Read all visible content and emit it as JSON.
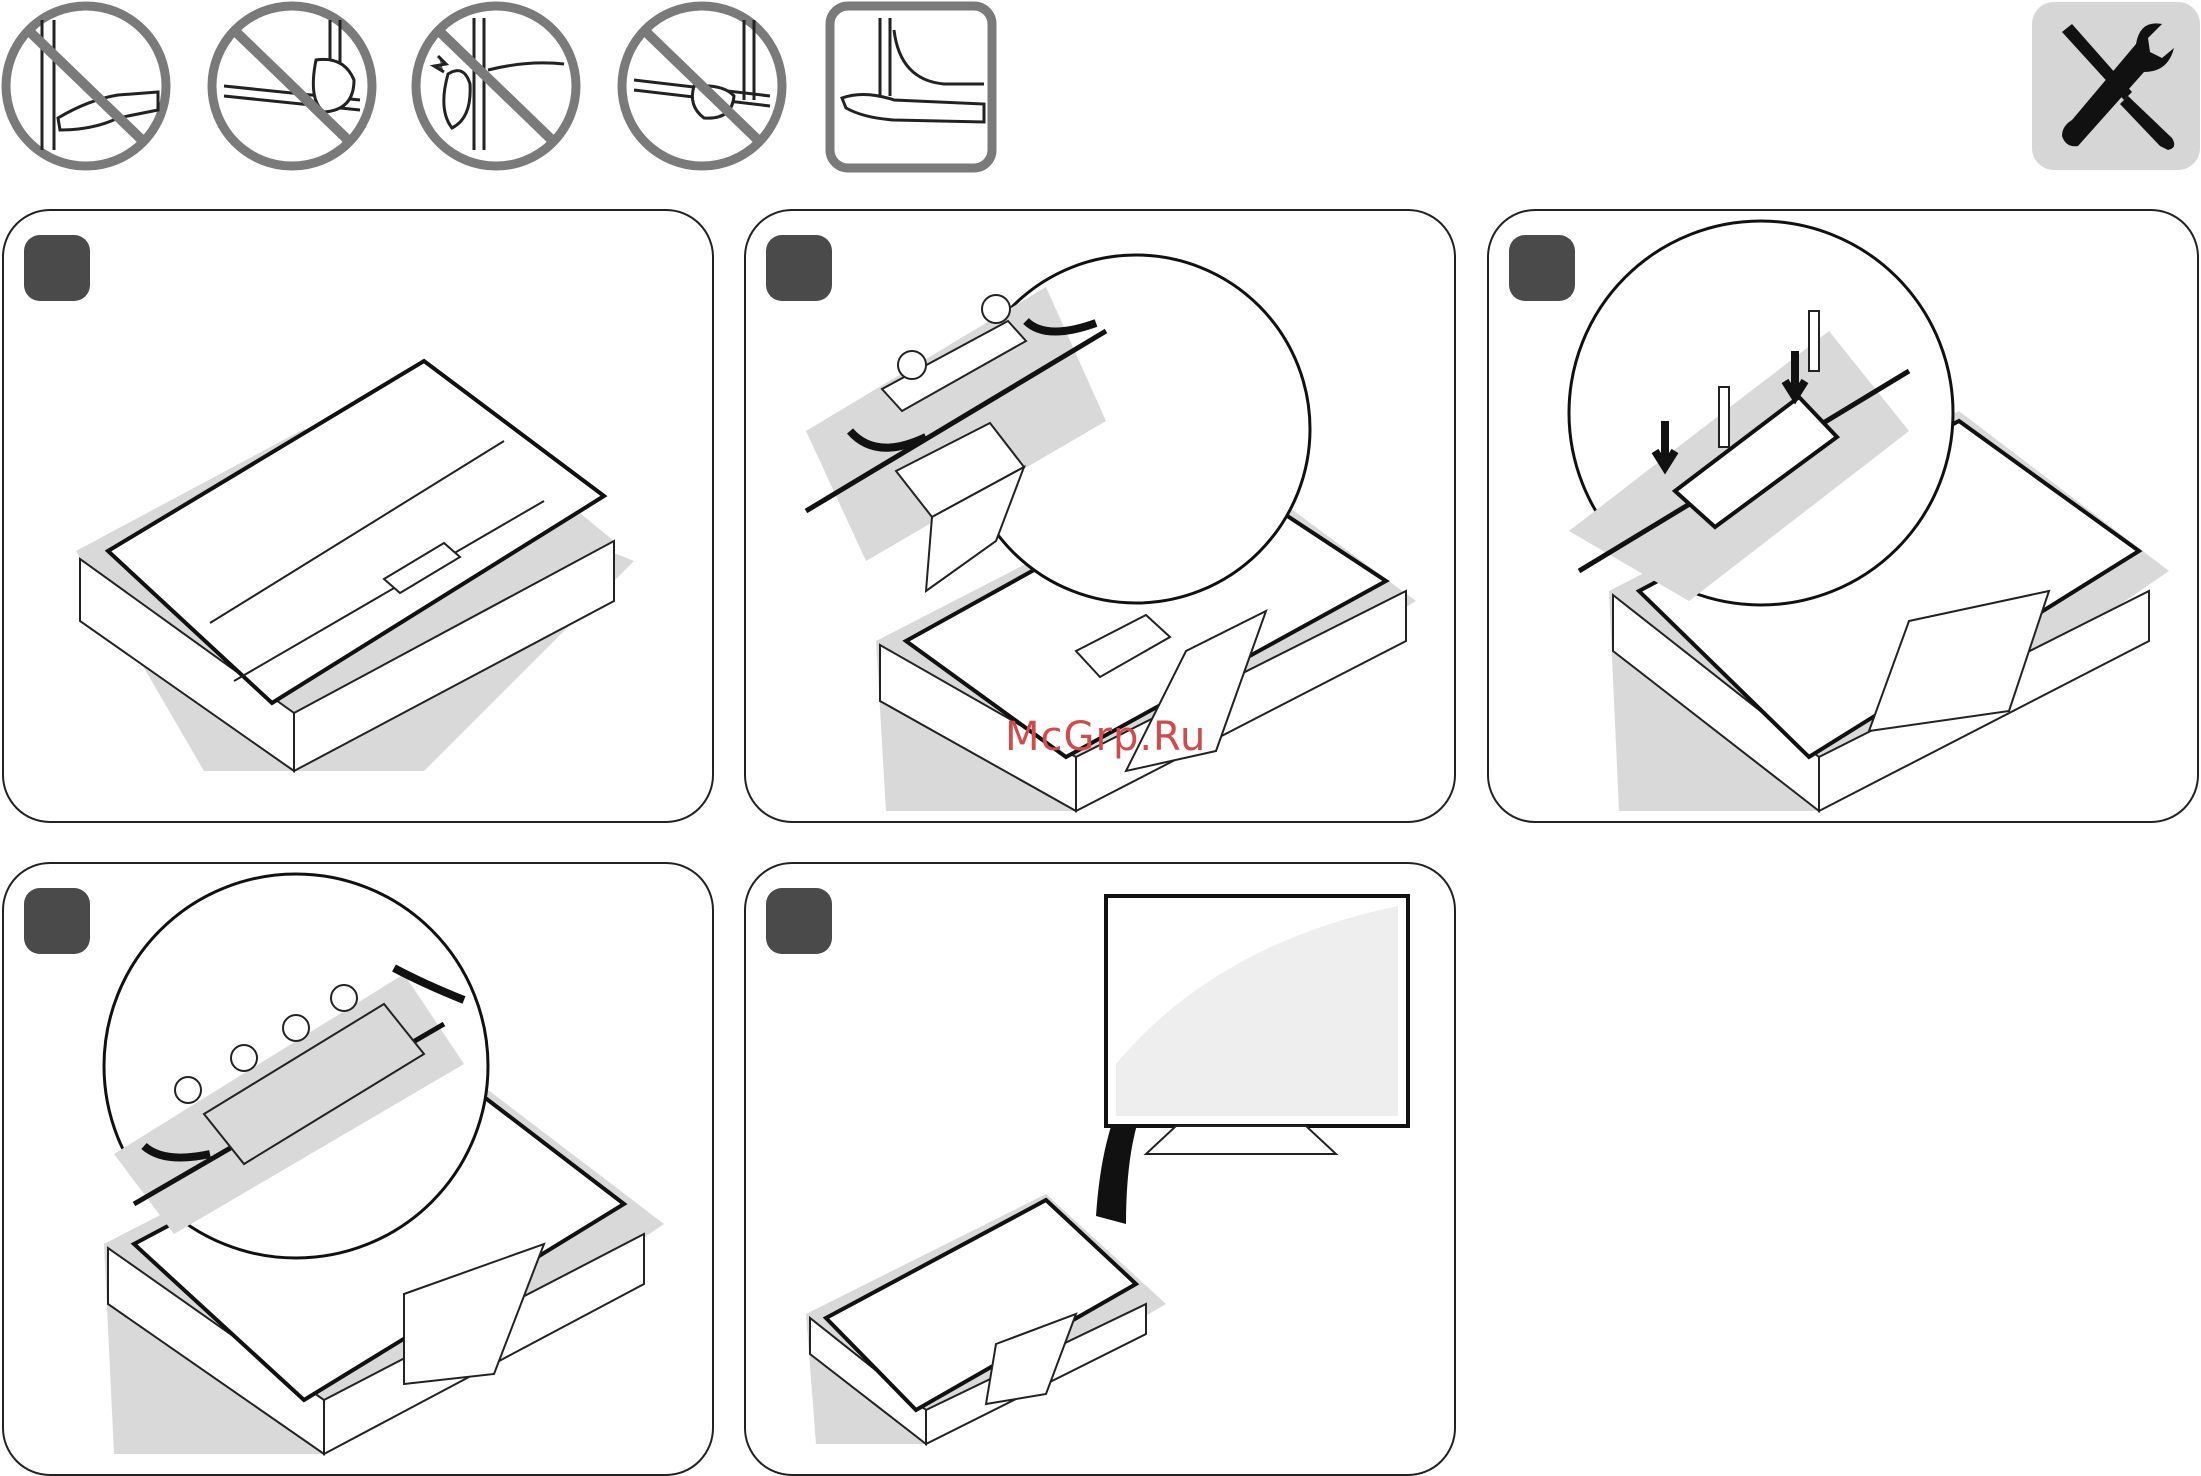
{
  "warnings": [
    {
      "icon": "no-pressing-screen-icon",
      "kind": "prohibited"
    },
    {
      "icon": "no-gripping-frame-icon",
      "kind": "prohibited"
    },
    {
      "icon": "no-knocking-screen-icon",
      "kind": "prohibited"
    },
    {
      "icon": "no-lifting-by-edge-icon",
      "kind": "prohibited"
    },
    {
      "icon": "support-from-below-icon",
      "kind": "allowed"
    }
  ],
  "tools_icon": "screwdriver-wrench-icon",
  "steps": [
    {
      "scene": "tv-face-down-on-soft-surface"
    },
    {
      "scene": "insert-stand-neck"
    },
    {
      "scene": "fasten-screws"
    },
    {
      "scene": "attach-stand-base"
    },
    {
      "scene": "raise-tv-upright"
    }
  ],
  "watermark": "McGrp.Ru",
  "colors": {
    "badge": "#4a4a4a",
    "surface": "#d9d9d9",
    "line": "#1a1a1a",
    "watermark": "#d24a4a"
  }
}
